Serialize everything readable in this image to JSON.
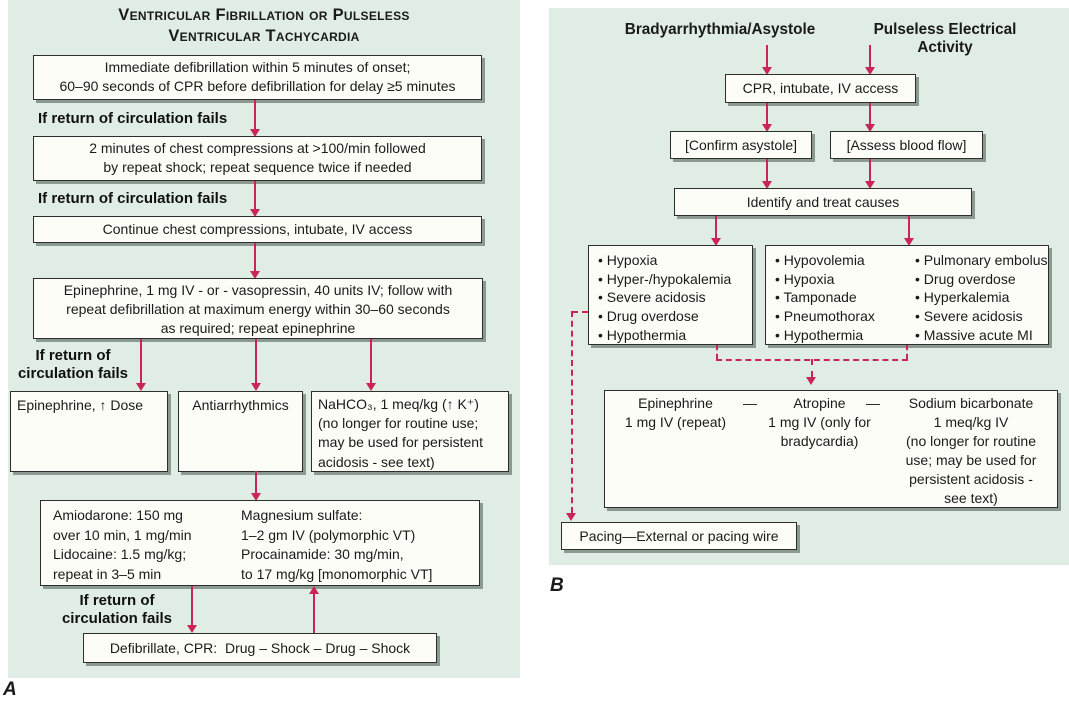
{
  "colors": {
    "panel_bg": "#e0ede4",
    "arrow": "#c92556",
    "box_bg": "#fdfdf8",
    "box_border": "#2e2e2e",
    "text": "#1a1a1a",
    "shadow": "#8a9a90"
  },
  "panel_a": {
    "label": "A",
    "title": [
      "Ventricular Fibrillation or Pulseless",
      "Ventricular Tachycardia"
    ],
    "fail_label": "If return of circulation fails",
    "fail_label_l1": "If return of",
    "fail_label_l2": "circulation fails",
    "box_immediate": [
      "Immediate defibrillation within 5 minutes of onset;",
      "60–90 seconds of CPR before defibrillation for delay ≥5 minutes"
    ],
    "box_compressions": [
      "2 minutes of chest compressions at >100/min followed",
      "by repeat shock; repeat sequence twice if needed"
    ],
    "box_continue": "Continue chest compressions, intubate, IV access",
    "box_epinephrine": [
      "Epinephrine, 1 mg IV - or - vasopressin, 40 units IV; follow with",
      "repeat defibrillation at maximum energy within 30–60 seconds",
      "as required; repeat epinephrine"
    ],
    "box_epi_dose": "Epinephrine, ↑ Dose",
    "box_antiarrhythmics": "Antiarrhythmics",
    "box_nahco3": [
      "NaHCO₃, 1 meq/kg (↑ K⁺)",
      "(no longer for routine use;",
      "may be used for persistent",
      "acidosis - see text)"
    ],
    "box_drugs_col1": [
      "Amiodarone: 150 mg",
      "over 10 min, 1 mg/min",
      "Lidocaine: 1.5 mg/kg;",
      "repeat in 3–5 min"
    ],
    "box_drugs_col2": [
      "Magnesium sulfate:",
      "1–2 gm IV (polymorphic VT)",
      "Procainamide: 30 mg/min,",
      "to 17 mg/kg [monomorphic VT]"
    ],
    "box_defibrillate": "Defibrillate, CPR:  Drug – Shock – Drug – Shock"
  },
  "panel_b": {
    "label": "B",
    "header_left": "Bradyarrhythmia/Asystole",
    "header_right": "Pulseless Electrical Activity",
    "box_cpr": "CPR, intubate, IV access",
    "box_confirm": "[Confirm asystole]",
    "box_assess": "[Assess blood flow]",
    "box_identify": "Identify and treat causes",
    "causes_left": [
      "Hypoxia",
      "Hyper-/hypokalemia",
      "Severe acidosis",
      "Drug overdose",
      "Hypothermia"
    ],
    "causes_right_col1": [
      "Hypovolemia",
      "Hypoxia",
      "Tamponade",
      "Pneumothorax",
      "Hypothermia"
    ],
    "causes_right_col2": [
      "Pulmonary embolus",
      "Drug overdose",
      "Hyperkalemia",
      "Severe acidosis",
      "Massive acute MI"
    ],
    "drug_col1": [
      "Epinephrine",
      "1 mg IV (repeat)"
    ],
    "drug_dash": "—",
    "drug_col2": [
      "Atropine",
      "1 mg IV (only for",
      "bradycardia)"
    ],
    "drug_col3": [
      "Sodium bicarbonate",
      "1 meq/kg IV",
      "(no longer for routine",
      "use; may be used for",
      "persistent acidosis -",
      "see text)"
    ],
    "box_pacing": "Pacing—External or pacing wire"
  }
}
